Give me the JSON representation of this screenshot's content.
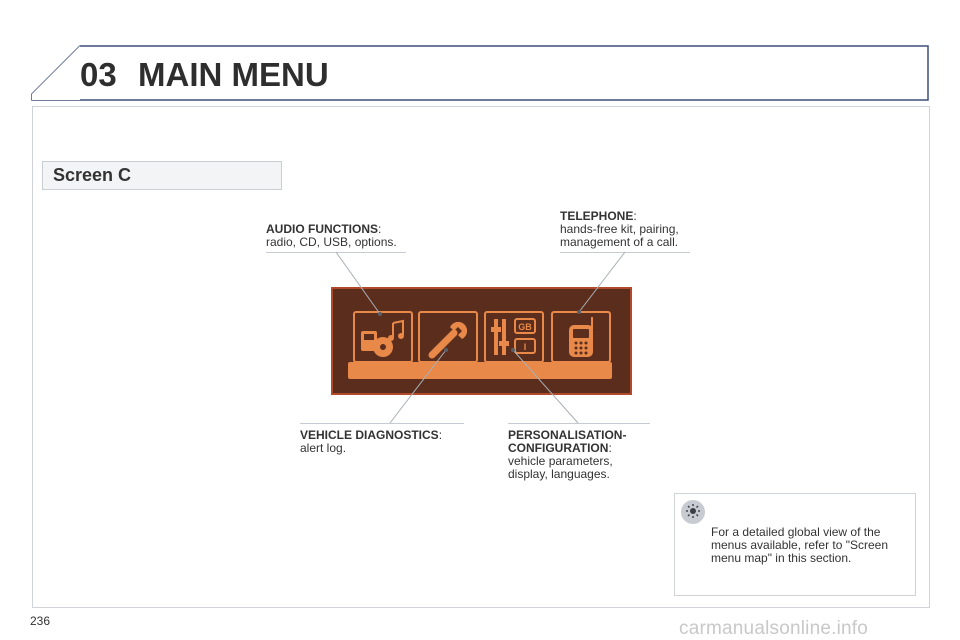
{
  "header": {
    "chapter_number": "03",
    "chapter_title": "MAIN MENU"
  },
  "section": {
    "screen_label": "Screen C"
  },
  "callouts": {
    "audio": {
      "title": "AUDIO FUNCTIONS",
      "desc": "radio, CD, USB, options."
    },
    "telephone": {
      "title": "TELEPHONE",
      "desc_line1": "hands-free kit, pairing,",
      "desc_line2": "management of a call."
    },
    "diagnostics": {
      "title": "VEHICLE DIAGNOSTICS",
      "desc": "alert log."
    },
    "personalisation": {
      "title_line1": "PERSONALISATION-",
      "title_line2": "CONFIGURATION",
      "desc_line1": "vehicle parameters,",
      "desc_line2": "display, languages."
    }
  },
  "screen_icons": {
    "gb_label": "GB",
    "i_label": "I"
  },
  "tip": {
    "line1": "For a detailed global view of the",
    "line2": "menus available, refer to \"Screen",
    "line3": "menu map\" in this section."
  },
  "footer": {
    "page_number": "236",
    "watermark": "carmanualsonline.info"
  },
  "colors": {
    "panel_bg": "#5a2d1c",
    "panel_border": "#b04a2a",
    "accent_orange": "#e8894a",
    "header_line": "#3d4f7a"
  }
}
